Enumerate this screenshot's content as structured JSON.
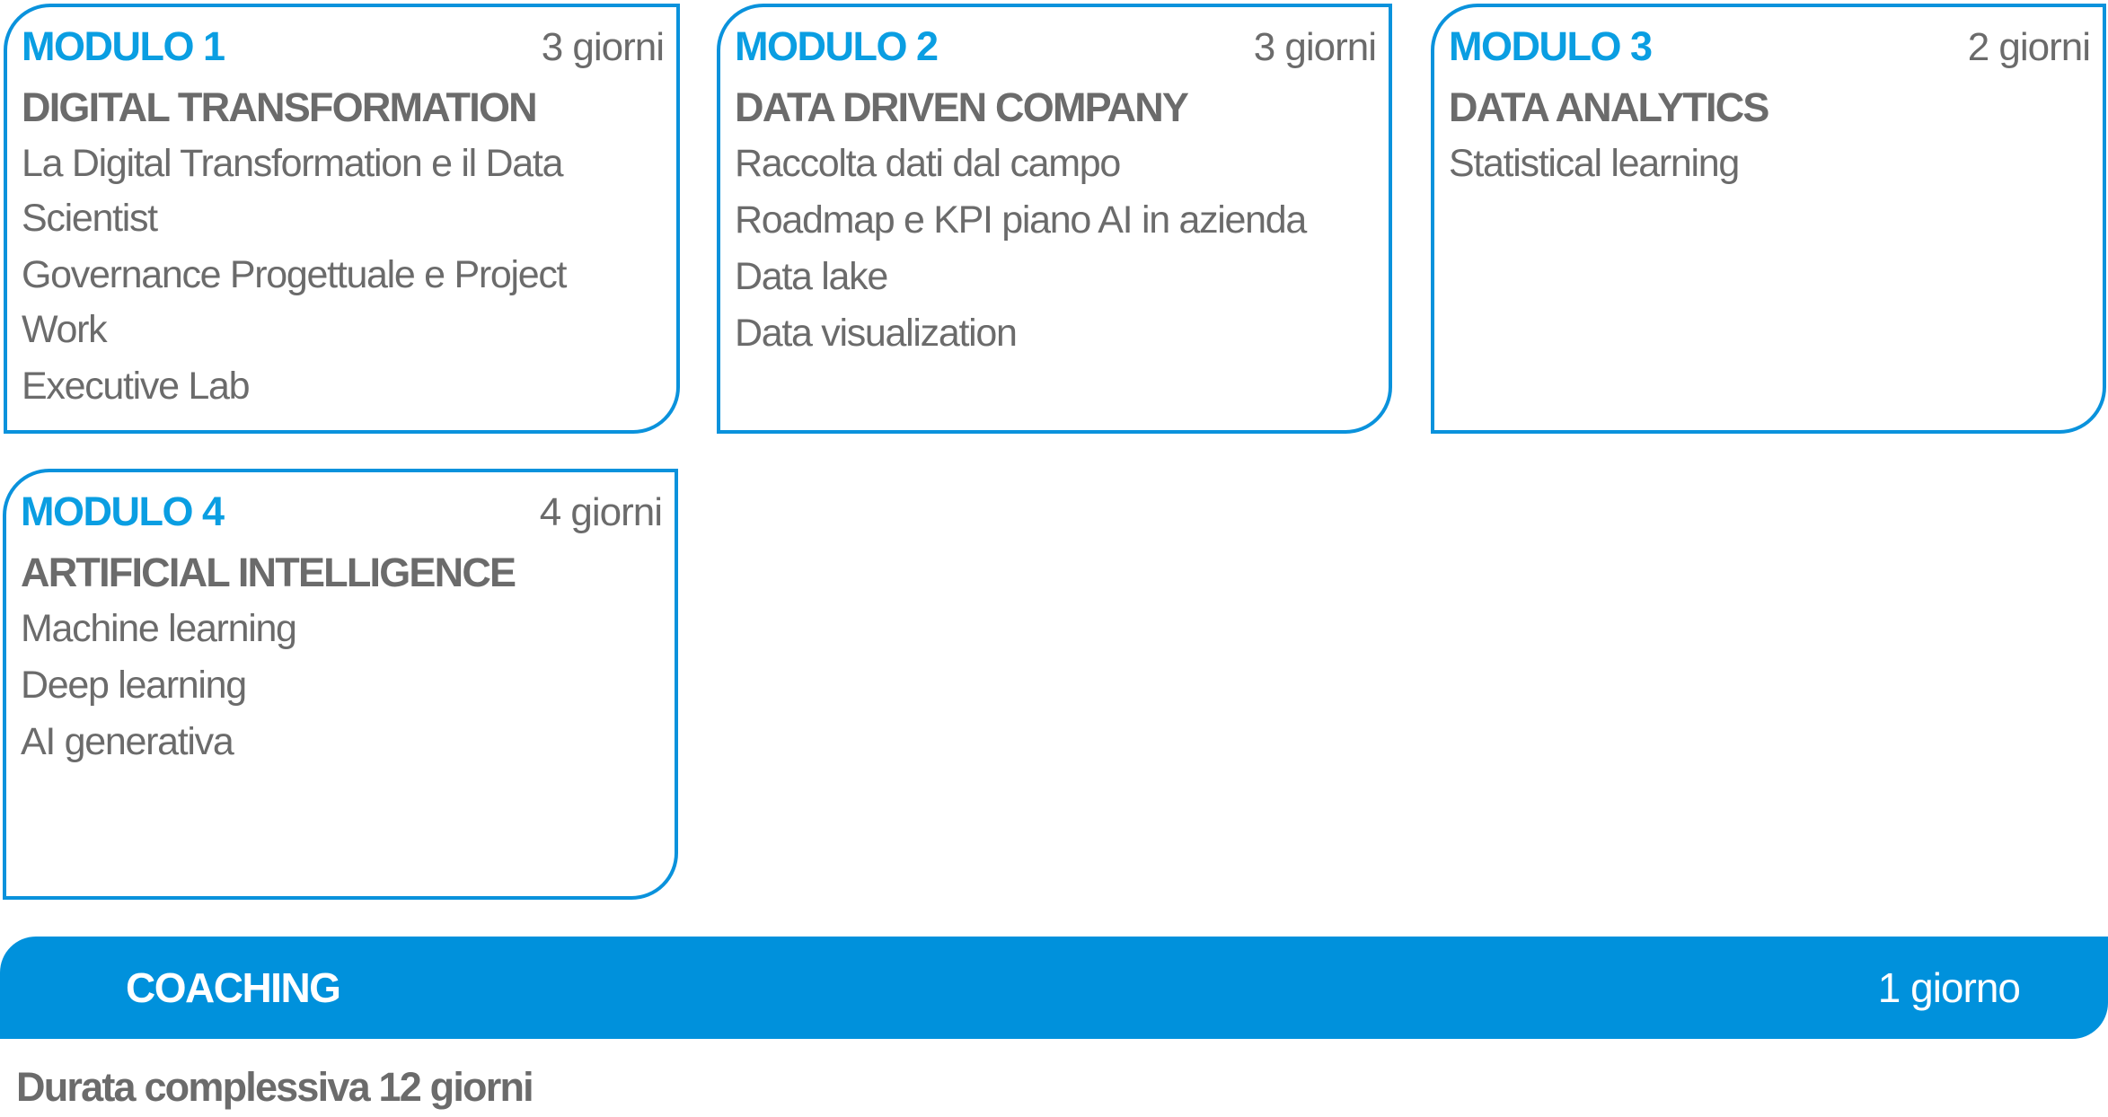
{
  "modules": [
    {
      "label": "MODULO 1",
      "duration": "3 giorni",
      "title": "DIGITAL TRANSFORMATION",
      "items": [
        "La Digital Transformation e il Data Scientist",
        "Governance Progettuale e Project Work",
        "Executive Lab"
      ]
    },
    {
      "label": "MODULO 2",
      "duration": "3 giorni",
      "title": "DATA DRIVEN COMPANY",
      "items": [
        "Raccolta dati dal campo",
        "Roadmap e KPI piano AI in azienda",
        "Data lake",
        "Data visualization"
      ]
    },
    {
      "label": "MODULO 3",
      "duration": "2 giorni",
      "title": "DATA ANALYTICS",
      "items": [
        "Statistical learning"
      ]
    },
    {
      "label": "MODULO 4",
      "duration": "4 giorni",
      "title": "ARTIFICIAL INTELLIGENCE",
      "items": [
        "Machine learning",
        "Deep learning",
        "AI generativa"
      ]
    }
  ],
  "coaching": {
    "label": "COACHING",
    "duration": "1 giorno"
  },
  "total": "Durata complessiva 12 giorni",
  "colors": {
    "accent": "#0091dc",
    "title": "#0a9ee2",
    "text": "#6b6b6b"
  }
}
